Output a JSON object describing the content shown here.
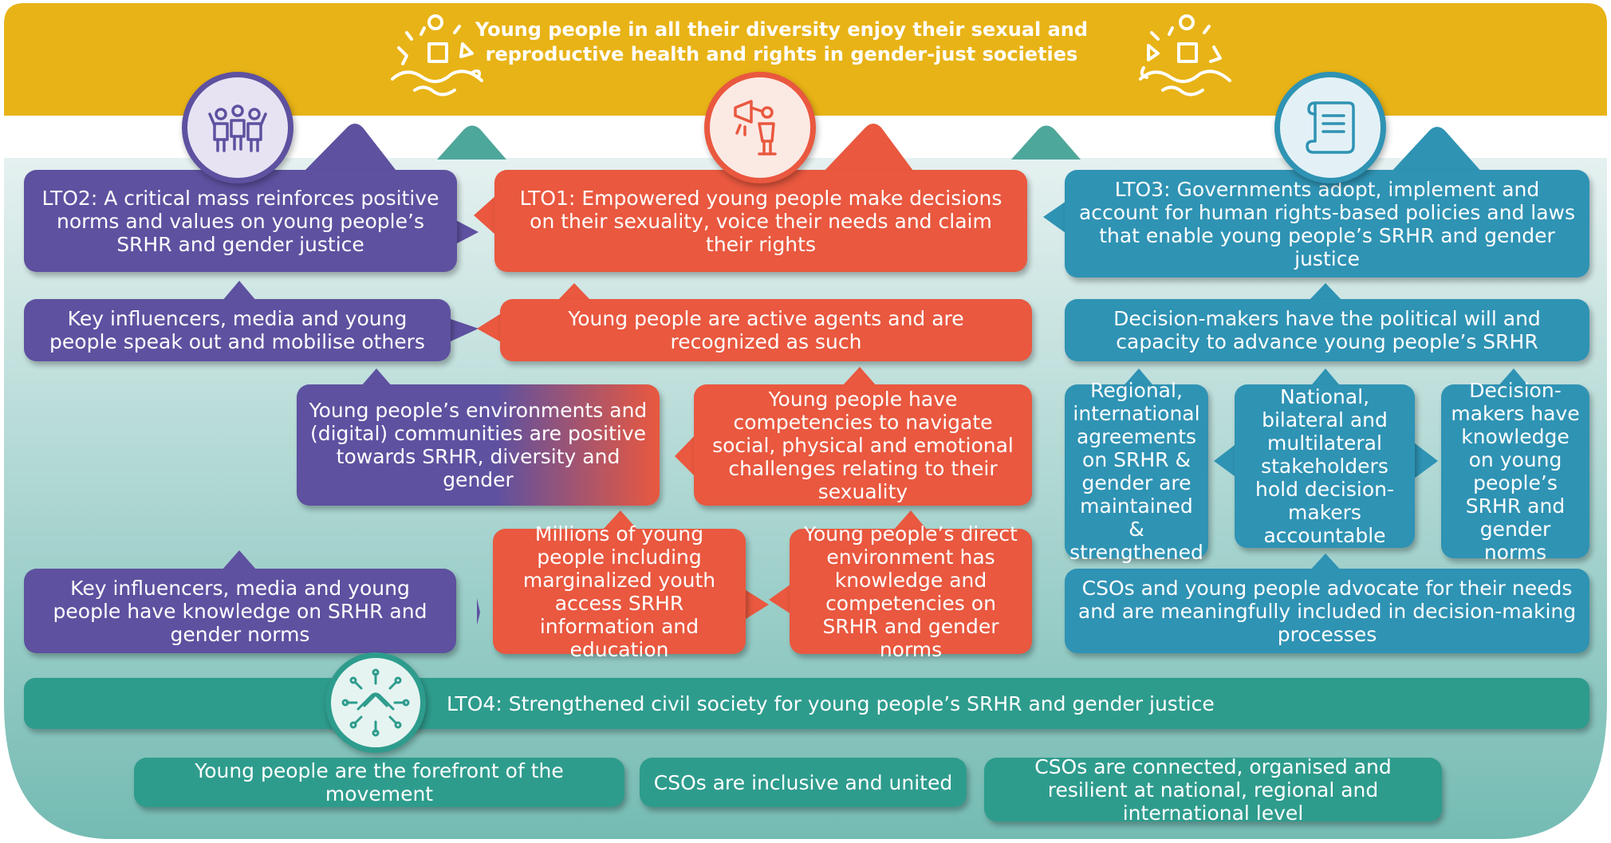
{
  "goal": {
    "title_line1": "Young people in all their diversity enjoy their sexual and",
    "title_line2": "reproductive health and rights in gender-just societies"
  },
  "colors": {
    "goal_band": "#e8b316",
    "lto1": "#e9583f",
    "lto2": "#5e51a0",
    "lto3": "#2f93b4",
    "lto4": "#2e9c8d",
    "background_top": "#e5f1f0",
    "background_bottom": "#77bcb5"
  },
  "lto2": {
    "title": "LTO2: A critical mass reinforces positive norms and values on young people’s SRHR and gender justice",
    "outcome1": "Key influencers, media and young people speak out and mobilise others",
    "outcome2": "Young people’s environments and (digital) communities are positive towards SRHR, diversity and gender",
    "outcome3": "Key influencers, media and young people have knowledge on SRHR and gender norms",
    "icon": "group-of-people-icon"
  },
  "lto1": {
    "title": "LTO1: Empowered young people make decisions on their sexuality, voice their needs and claim their rights",
    "outcome1": "Young people are active agents and are recognized as such",
    "outcome2": "Young people have competencies to navigate social, physical and emotional challenges relating to their sexuality",
    "outcome3": "Millions of young people including marginalized youth access SRHR information and education",
    "outcome4": "Young people’s direct environment has knowledge and competencies on SRHR and gender norms",
    "icon": "megaphone-person-icon"
  },
  "lto3": {
    "title": "LTO3: Governments adopt, implement and account for human rights-based policies and laws that enable young people’s SRHR and gender justice",
    "outcome1": "Decision-makers have the political will and capacity to advance young people’s SRHR",
    "outcome2": "Regional, international agreements on SRHR & gender are maintained & strengthened",
    "outcome3": "National, bilateral and multilateral stakeholders hold decision-makers accountable",
    "outcome4": "Decision-makers have knowledge on young people’s SRHR and gender norms",
    "outcome5": "CSOs and young people advocate for their needs and are meaningfully included in decision-making processes",
    "icon": "scroll-document-icon"
  },
  "lto4": {
    "title": "LTO4: Strengthened civil society for young people’s SRHR and gender justice",
    "outcome1": "Young people are the forefront of the movement",
    "outcome2": "CSOs are inclusive and united",
    "outcome3": "CSOs are connected, organised and resilient at national, regional and international level",
    "icon": "joined-hands-network-icon"
  }
}
